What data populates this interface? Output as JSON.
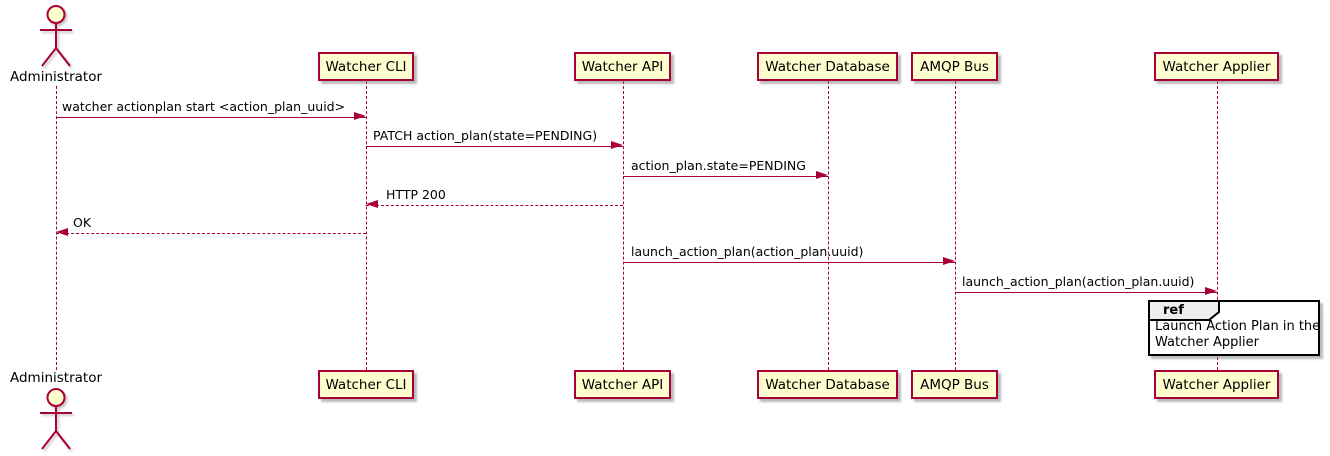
{
  "actor": {
    "name": "Administrator"
  },
  "participants": [
    {
      "id": "watcher-cli",
      "label": "Watcher CLI"
    },
    {
      "id": "watcher-api",
      "label": "Watcher API"
    },
    {
      "id": "watcher-database",
      "label": "Watcher Database"
    },
    {
      "id": "amqp-bus",
      "label": "AMQP Bus"
    },
    {
      "id": "watcher-applier",
      "label": "Watcher Applier"
    }
  ],
  "messages": [
    {
      "from": "Administrator",
      "to": "Watcher CLI",
      "label": "watcher actionplan start <action_plan_uuid>",
      "line": "solid"
    },
    {
      "from": "Watcher CLI",
      "to": "Watcher API",
      "label": "PATCH action_plan(state=PENDING)",
      "line": "solid"
    },
    {
      "from": "Watcher API",
      "to": "Watcher Database",
      "label": "action_plan.state=PENDING",
      "line": "solid"
    },
    {
      "from": "Watcher API",
      "to": "Watcher CLI",
      "label": "HTTP 200",
      "line": "dashed"
    },
    {
      "from": "Watcher CLI",
      "to": "Administrator",
      "label": "OK",
      "line": "dashed"
    },
    {
      "from": "Watcher API",
      "to": "AMQP Bus",
      "label": "launch_action_plan(action_plan.uuid)",
      "line": "solid"
    },
    {
      "from": "AMQP Bus",
      "to": "Watcher Applier",
      "label": "launch_action_plan(action_plan.uuid)",
      "line": "solid"
    }
  ],
  "ref_fragment": {
    "keyword": "ref",
    "lines": [
      "Launch Action Plan in the",
      "Watcher Applier"
    ]
  },
  "colors": {
    "participant_fill": "#FEFECE",
    "stroke": "#A80036",
    "text": "#000000",
    "ref_header_fill": "#EEEEEE",
    "ref_border": "#000000",
    "background": "#FFFFFF"
  }
}
